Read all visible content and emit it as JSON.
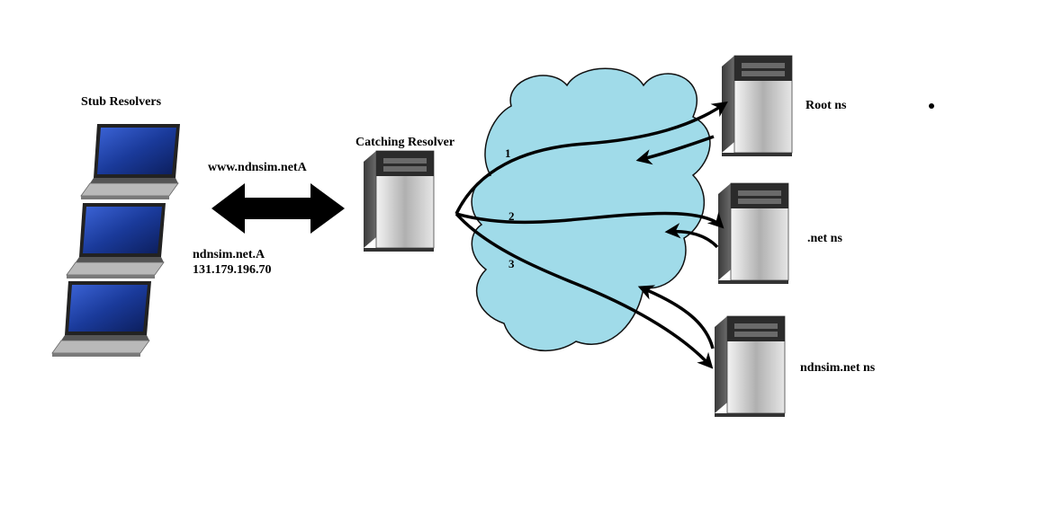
{
  "labels": {
    "stub_resolvers": "Stub Resolvers",
    "query": "www.ndnsim.netA",
    "answer_line1": "ndnsim.net.A",
    "answer_line2": "131.179.196.70",
    "caching_resolver": "Catching Resolver",
    "root_ns": "Root ns",
    "net_ns": ".net ns",
    "ndnsim_ns": "ndnsim.net ns"
  },
  "steps": [
    "1",
    "2",
    "3"
  ],
  "colors": {
    "cloud_fill": "#a0dbe9",
    "laptop_screen": "#1a3a9a",
    "server_body": "#c8c8c8",
    "arrow": "#000000"
  }
}
